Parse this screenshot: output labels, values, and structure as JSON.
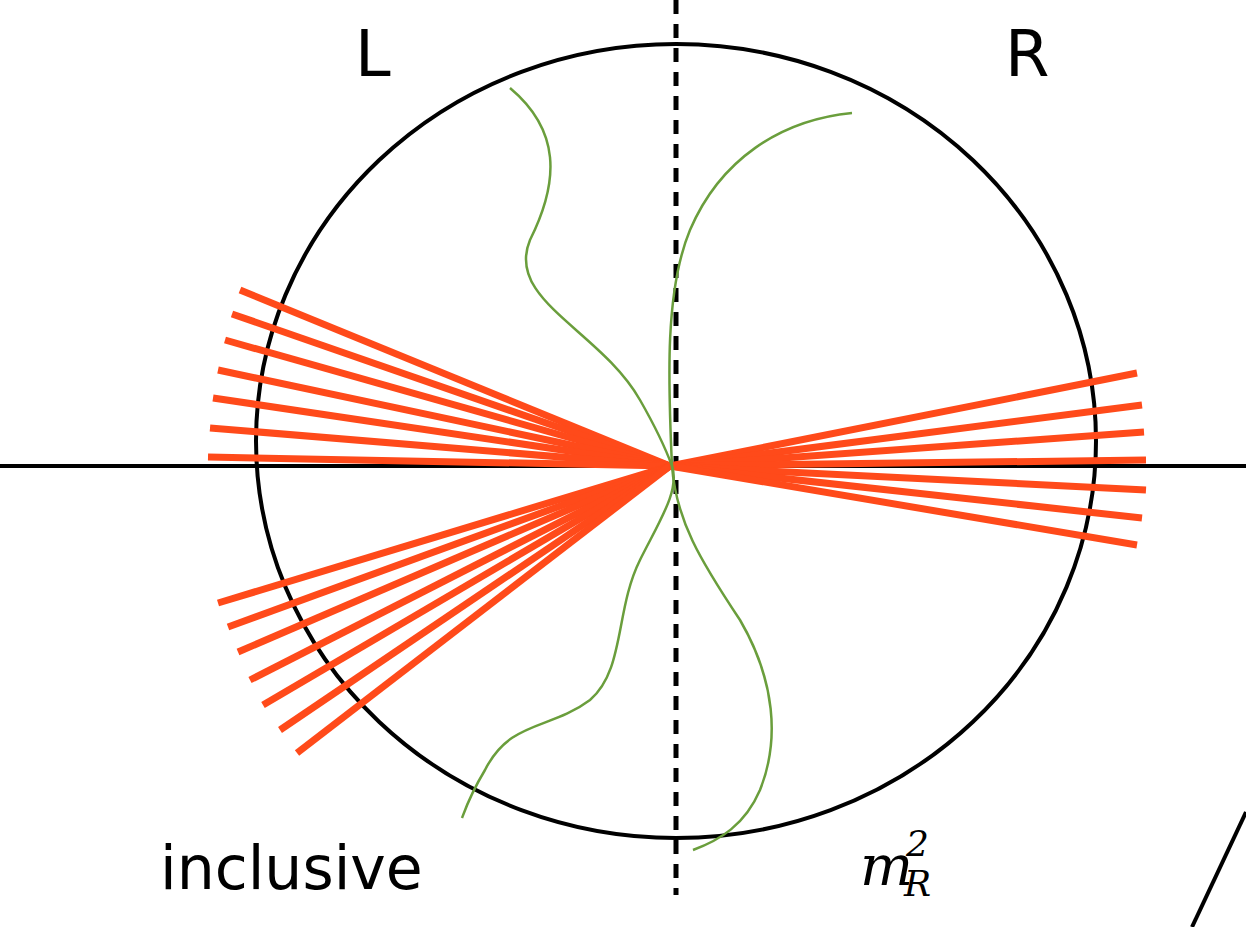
{
  "diagram": {
    "labels": [
      "L",
      "R",
      "inclusive",
      "m",
      "2",
      "R"
    ]
  }
}
